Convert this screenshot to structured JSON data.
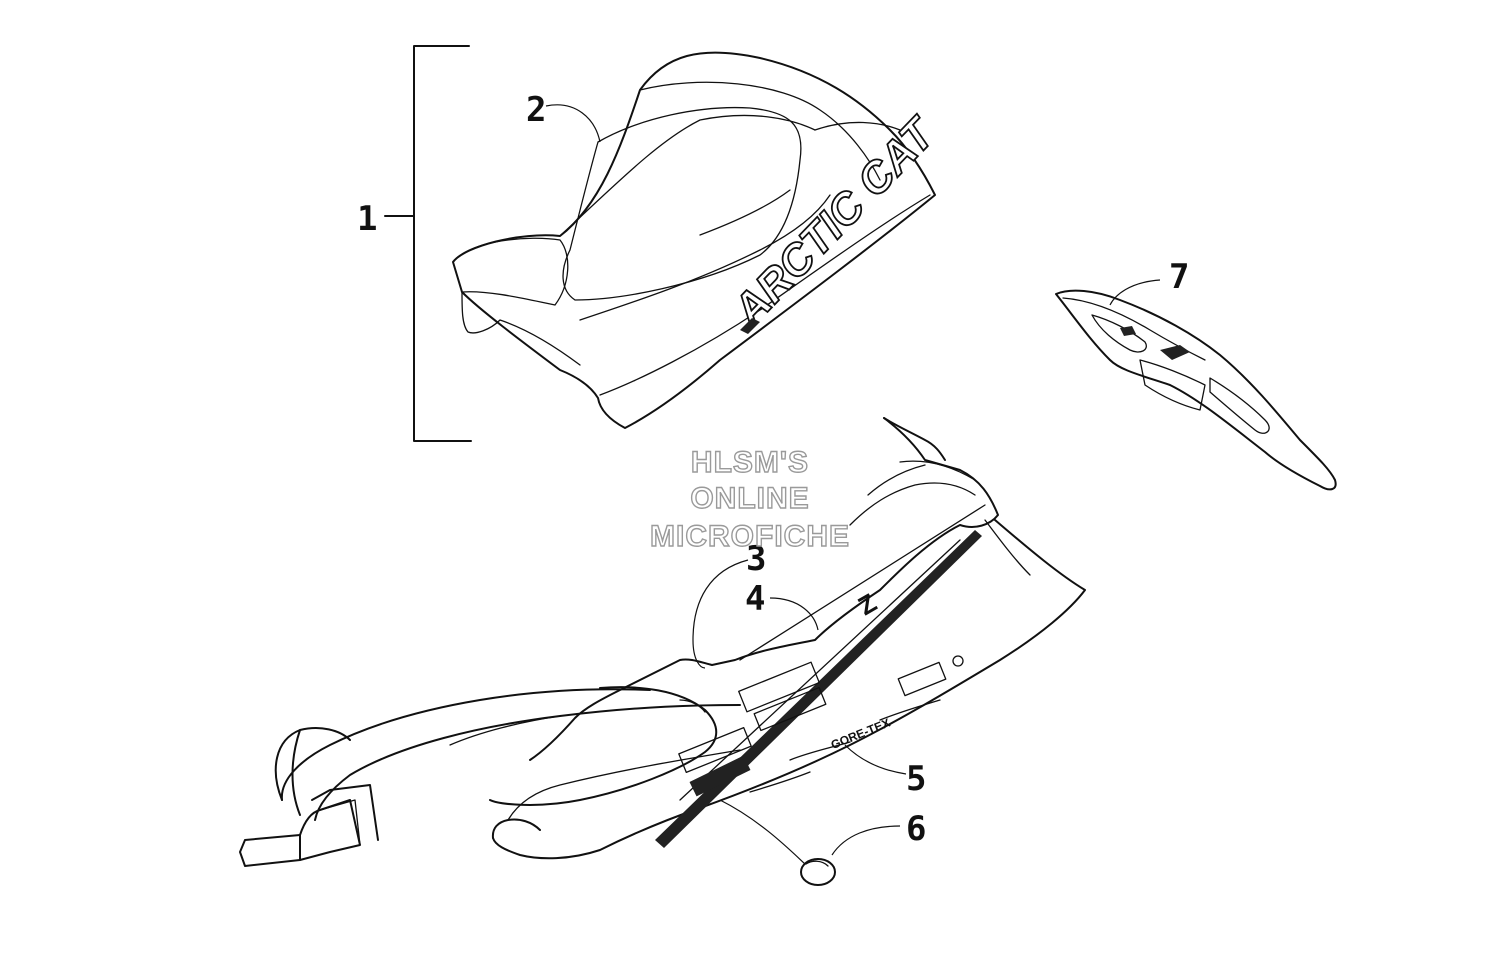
{
  "watermark": {
    "line1": "HLSM'S",
    "line2": "ONLINE",
    "line3": "MICROFICHE"
  },
  "callouts": {
    "c1": "1",
    "c2": "2",
    "c3": "3",
    "c4": "4",
    "c5": "5",
    "c6": "6",
    "c7": "7"
  },
  "seat_logo": "ARCTIC CAT",
  "decals": {
    "brand_z": "Z",
    "gore_tex": "GORE-TEX"
  },
  "colors": {
    "ink": "#111111",
    "watermark_outline": "#9a9a9a",
    "background": "#ffffff"
  }
}
